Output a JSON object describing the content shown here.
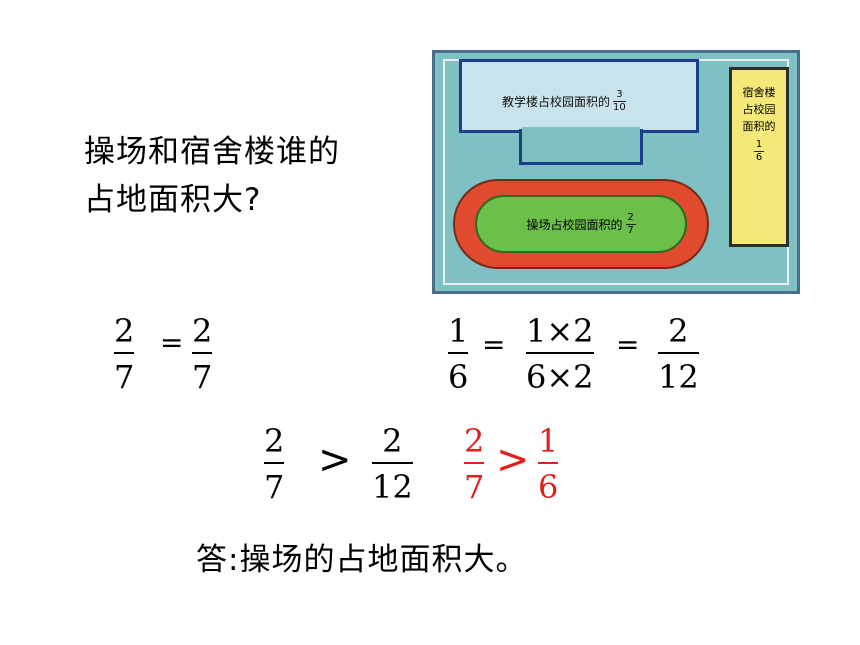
{
  "question": {
    "line1": "操场和宿舍楼谁的",
    "line2": "占地面积大?"
  },
  "map": {
    "teaching_label": "教学楼占校园面积的",
    "teaching_frac": {
      "num": "3",
      "den": "10"
    },
    "dorm_lines": [
      "宿舍楼",
      "占校园",
      "面积的"
    ],
    "dorm_frac": {
      "num": "1",
      "den": "6"
    },
    "field_label": "操场占校园面积的",
    "field_frac": {
      "num": "2",
      "den": "7"
    }
  },
  "row1": {
    "a": {
      "num": "2",
      "den": "7"
    },
    "eq1": "=",
    "b": {
      "num": "2",
      "den": "7"
    }
  },
  "row2": {
    "a": {
      "num": "1",
      "den": "6"
    },
    "eq1": "=",
    "b": {
      "num": "1×2",
      "den": "6×2"
    },
    "eq2": "=",
    "c": {
      "num": "2",
      "den": "12"
    }
  },
  "compare": {
    "a": {
      "num": "2",
      "den": "7"
    },
    "gt1": ">",
    "b": {
      "num": "2",
      "den": "12"
    },
    "c": {
      "num": "2",
      "den": "7"
    },
    "gt2": ">",
    "d": {
      "num": "1",
      "den": "6"
    },
    "highlight_color": "#e02020"
  },
  "answer": "答:操场的占地面积大。"
}
